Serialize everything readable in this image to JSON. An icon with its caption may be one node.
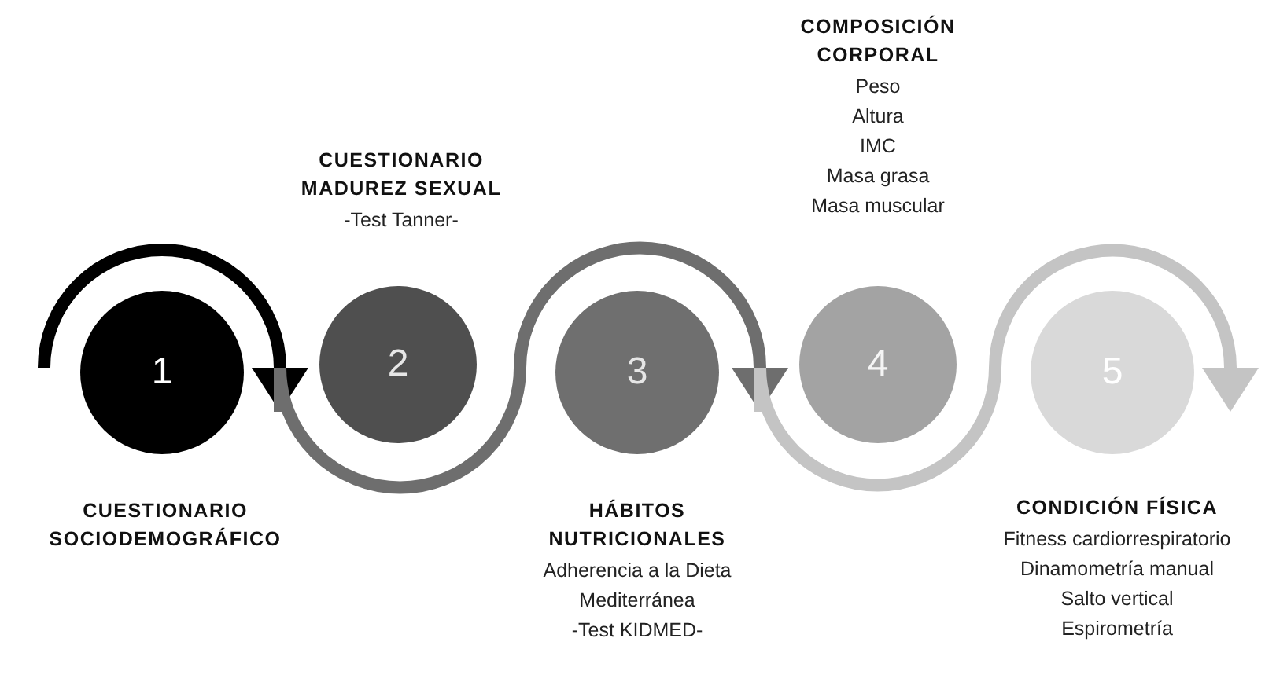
{
  "diagram": {
    "nodes": [
      {
        "text": [
          "1"
        ],
        "beside": [
          "CUESTIONARIO SOCIODEMOGRÁFICO"
        ]
      },
      {
        "text": [
          "2"
        ],
        "beside": [
          "CUESTIONARIO MADUREZ SEXUAL",
          "-Test Tanner-"
        ]
      },
      {
        "text": [
          "3"
        ],
        "beside": [
          "HÁBITOS NUTRICIONALES",
          "Adherencia a la Dieta Mediterránea",
          "-Test KIDMED-"
        ]
      },
      {
        "text": [
          "4"
        ],
        "beside": [
          "COMPOSICIÓN CORPORAL",
          "Peso",
          "Altura",
          "IMC",
          "Masa grasa",
          "Masa muscular"
        ]
      },
      {
        "text": [
          "5"
        ],
        "beside": [
          "CONDICIÓN FÍSICA",
          "Fitness cardiorrespiratorio",
          "Dinamometría manual",
          "Salto vertical",
          "Espirometría"
        ]
      }
    ],
    "edges": [
      {
        "from": null,
        "to": 1,
        "arrow": "to",
        "color": "#000000"
      },
      {
        "from": 1,
        "to": 3,
        "arrow": "to",
        "color": "#6e6e6e"
      },
      {
        "from": 3,
        "to": 4,
        "arrow": "to",
        "color": "#c4c4c4"
      }
    ]
  }
}
